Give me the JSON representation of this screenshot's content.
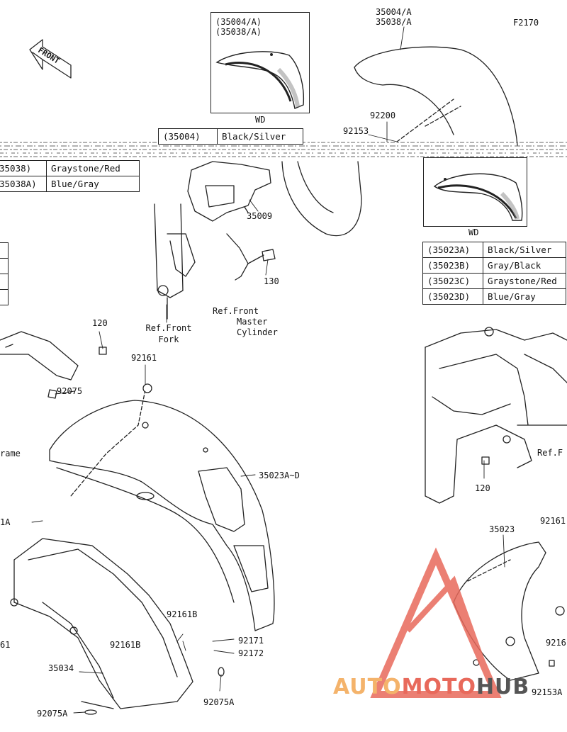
{
  "figure_code": "F2170",
  "front_badge": "FRONT",
  "inset_top": {
    "parts": [
      "(35004/A)",
      "(35038/A)"
    ],
    "caption": "WD"
  },
  "inset_mid": {
    "caption": "WD"
  },
  "color_table_35004": [
    {
      "code": "(35004)",
      "color": "Black/Silver"
    }
  ],
  "color_table_35038": [
    {
      "code": "35038)",
      "color": "Graystone/Red"
    },
    {
      "code": "35038A)",
      "color": "Blue/Gray"
    }
  ],
  "color_table_35023": [
    {
      "code": "(35023A)",
      "color": "Black/Silver"
    },
    {
      "code": "(35023B)",
      "color": "Gray/Black"
    },
    {
      "code": "(35023C)",
      "color": "Graystone/Red"
    },
    {
      "code": "(35023D)",
      "color": "Blue/Gray"
    }
  ],
  "labels": {
    "p35004_38": [
      "35004/A",
      "35038/A"
    ],
    "p92200": "92200",
    "p92153": "92153",
    "p35009": "35009",
    "p130": "130",
    "ref_fork": [
      "Ref.Front",
      "Fork"
    ],
    "ref_cyl": [
      "Ref.Front",
      "Master",
      "Cylinder"
    ],
    "p120a": "120",
    "p92161a": "92161",
    "p92075a": "92075",
    "frame": "rame",
    "p35023ad": "35023A~D",
    "p1a": "1A",
    "p61": "61",
    "p92161b1": "92161B",
    "p92161b2": "92161B",
    "p92171": "92171",
    "p92172": "92172",
    "p35034": "35034",
    "p92075b": "92075A",
    "p92075c": "92075A",
    "p120b": "120",
    "ref_f": "Ref.F",
    "p35023": "35023",
    "p92161r": "92161",
    "p9216r2": "9216",
    "p92153a": "92153A"
  },
  "watermark": {
    "auto": "AUTO",
    "moto": "MOTO",
    "hub": "HUB"
  },
  "colors": {
    "line": "#222222",
    "watermark_red": "#e8695b",
    "watermark_orange": "#f4b36b"
  }
}
